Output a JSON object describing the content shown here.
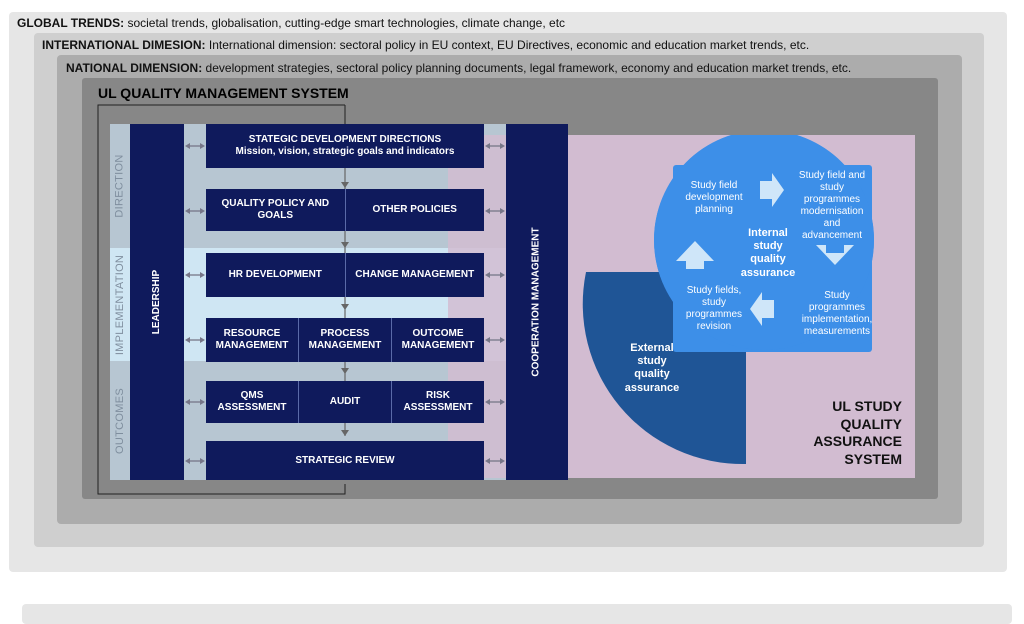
{
  "layers": {
    "global": {
      "label": "GLOBAL TRENDS:",
      "text": " societal trends, globalisation, cutting-edge smart technologies, climate change, etc"
    },
    "international": {
      "label": "INTERNATIONAL DIMESION:",
      "text": " International dimension: sectoral policy in EU context, EU Directives, economic and education market trends, etc."
    },
    "national": {
      "label": "NATIONAL DIMENSION:",
      "text": " development strategies, sectoral policy planning documents, legal framework, economy and education market trends, etc."
    }
  },
  "qms": {
    "title": "UL QUALITY MANAGEMENT SYSTEM",
    "phases": {
      "direction": "DIRECTION",
      "implementation": "IMPLEMENTATION",
      "outcomes": "OUTCOMES"
    },
    "leadership": "LEADERSHIP",
    "cooperation": "COOPERATION MANAGEMENT",
    "strategic": {
      "line1": "STATEGIC DEVELOPMENT DIRECTIONS",
      "line2": "Mission, vision, strategic goals and indicators"
    },
    "quality_policy": "QUALITY POLICY AND GOALS",
    "other_policies": "OTHER POLICIES",
    "hr": "HR DEVELOPMENT",
    "change": "CHANGE MANAGEMENT",
    "resource": "RESOURCE MANAGEMENT",
    "process": "PROCESS MANAGEMENT",
    "outcome": "OUTCOME MANAGEMENT",
    "qms_assessment": "QMS ASSESSMENT",
    "audit": "AUDIT",
    "risk": "RISK ASSESSMENT",
    "review": "STRATEGIC REVIEW"
  },
  "sqa": {
    "title": "UL STUDY QUALITY ASSURANCE SYSTEM",
    "external": "External study quality assurance",
    "internal": "Internal study quality assurance",
    "planning": "Study field development planning",
    "modernisation": "Study field and study programmes modernisation and advancement",
    "implementation": "Study programmes implementation, measurements",
    "revision": "Study fields, study programmes revision"
  },
  "colors": {
    "navy": "#0f1a5c",
    "steel": "#b7c6d2",
    "light_blue": "#cfe6f3",
    "pink": "#d2bcd1",
    "dark_blue": "#1f5596",
    "bright_blue": "#3d8fe8"
  }
}
